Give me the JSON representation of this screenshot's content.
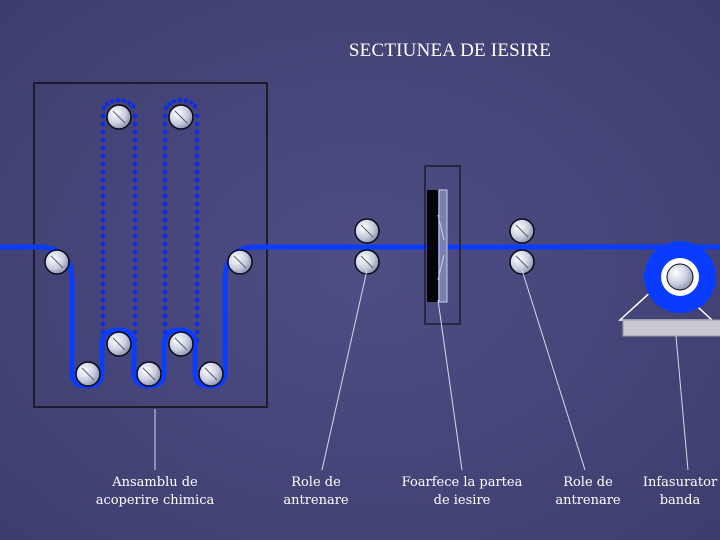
{
  "title": "SECTIUNEA DE IESIRE",
  "colors": {
    "background": "#46467a",
    "strip": "#0a3cff",
    "dot_chain": "#0a2de6",
    "frame": "#1c1c2a",
    "roller": "#c9cee0",
    "coiler": "#0a3cff",
    "platform": "#c8c8d0"
  },
  "labels": [
    {
      "id": "coating",
      "line1": "Ansamblu de",
      "line2": "acoperire chimica"
    },
    {
      "id": "drive-rolls-1",
      "line1": "Role de",
      "line2": "antrenare"
    },
    {
      "id": "shear",
      "line1": "Foarfece la partea",
      "line2": "de iesire"
    },
    {
      "id": "drive-rolls-2",
      "line1": "Role de",
      "line2": "antrenare"
    },
    {
      "id": "coiler",
      "line1": "Infasurator",
      "line2": "banda"
    }
  ]
}
